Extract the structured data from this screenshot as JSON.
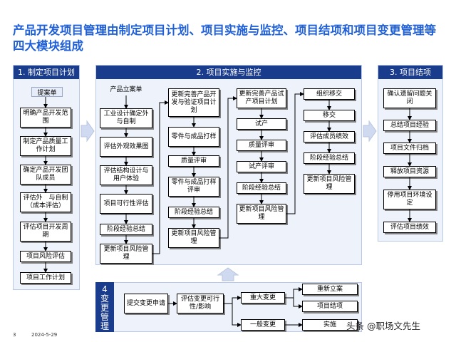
{
  "title": "产品开发项目管理由制定项目计划、项目实施与监控、项目结项和项目变更管理等四大模块组成",
  "panels": {
    "plan": {
      "header": "1. 制定项目计划",
      "label": "提案单",
      "items": [
        "明确产品开发范围",
        "制定产品质量工作计划",
        "确定产品开发团队成员",
        "评估外　与自制（成本评估）",
        "评估项目开发周期",
        "项目风险评估",
        "项目工作计划"
      ]
    },
    "execute": {
      "header": "2. 项目实施与监控",
      "col1_label": "产品立案单",
      "col1": [
        "工业设计确定外　与自制",
        "评估外观效果图",
        "评估结构设计与用户体验",
        "项目可行性评估",
        "阶段经验总结",
        "更新项目风险管理"
      ],
      "col2": [
        "更新完善产品开发与验证项目计划",
        "零件与成品打样",
        "质量评审",
        "零件与成品打样评审",
        "阶段经验总结",
        "更新项目风险管理"
      ],
      "col3": [
        "更新完善产品试产项目计划",
        "试产",
        "质量评审",
        "试产评审",
        "阶段经验总结",
        "更新项目风险管理"
      ],
      "col4": [
        "组织移交",
        "移交",
        "评估成员绩效",
        "阶段经验总结",
        "更新项目风险管理"
      ]
    },
    "close": {
      "header": "3. 项目结项",
      "items": [
        "确认遗留问题关闭",
        "总结项目经验",
        "项目文件归档",
        "释放项目资源",
        "停用项目环境设定",
        "评估项目绩效"
      ]
    },
    "change": {
      "header": "4 变更管理",
      "boxes": {
        "submit": "提交变更申请",
        "assess": "评估变更可行性/影响",
        "major": "重大变更",
        "minor": "一般变更",
        "restart": "重新立案",
        "closeout": "项目结项",
        "implement": "实施"
      }
    }
  },
  "footer": {
    "page": "3",
    "date": "2024-5-29"
  },
  "watermark": "头条 @职场文先生",
  "colors": {
    "title": "#1f5fd8",
    "header": "#1a3c8c",
    "panel": "#eef3fb",
    "arrow": "#cfdaf0"
  }
}
